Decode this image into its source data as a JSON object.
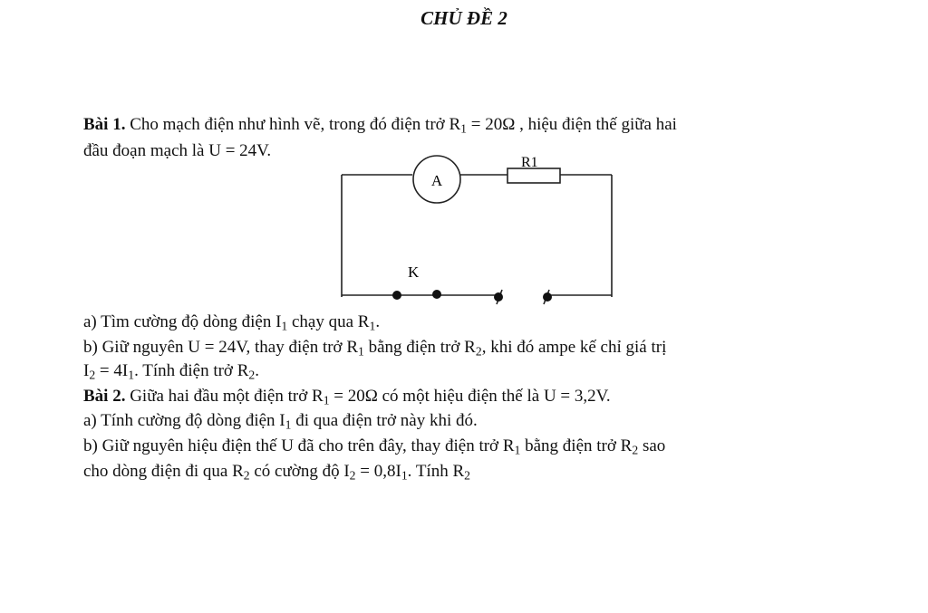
{
  "title": "CHỦ ĐỀ 2",
  "bai1": {
    "heading": "Bài 1.",
    "intro_line1": {
      "t1": "Cho mạch điện như hình vẽ, trong đó điện trở R",
      "s1": "1",
      "t2": " = 20Ω , hiệu điện thế giữa hai"
    },
    "intro_line2": "đầu đoạn mạch là U = 24V.",
    "part_a": {
      "t1": "a) Tìm cường độ dòng điện I",
      "s1": "1",
      "t2": " chạy qua R",
      "s2": "1",
      "t3": "."
    },
    "part_b_line1": {
      "t1": "b) Giữ nguyên U = 24V, thay điện trở R",
      "s1": "1",
      "t2": " bằng điện trở R",
      "s2": "2",
      "t3": ", khi đó ampe kế chỉ giá trị"
    },
    "part_b_line2": {
      "t1": "I",
      "s1": "2",
      "t2": " = 4I",
      "s2": "1",
      "t3": ". Tính điện trở R",
      "s3": "2",
      "t4": "."
    }
  },
  "circuit": {
    "ammeter_label": "A",
    "resistor_label": "R1",
    "switch_label": "K"
  },
  "bai2": {
    "heading": "Bài 2.",
    "line1": {
      "t1": " Giữa hai đầu một điện trở R",
      "s1": "1",
      "t2": " = 20Ω có một hiệu điện thế là U = 3,2V."
    },
    "part_a": {
      "t1": "a) Tính cường độ dòng điện I",
      "s1": "1",
      "t2": " đi qua điện trở này khi đó."
    },
    "part_b_line1": {
      "t1": "b) Giữ nguyên hiệu điện thế U đã cho trên đây, thay điện trở R",
      "s1": "1",
      "t2": " bằng điện trở R",
      "s2": "2",
      "t3": " sao"
    },
    "part_b_line2": {
      "t1": "cho dòng điện đi qua R",
      "s1": "2",
      "t2": " có cường độ I",
      "s2": "2",
      "t3": " = 0,8I",
      "s3": "1",
      "t4": ". Tính R",
      "s4": "2"
    }
  }
}
